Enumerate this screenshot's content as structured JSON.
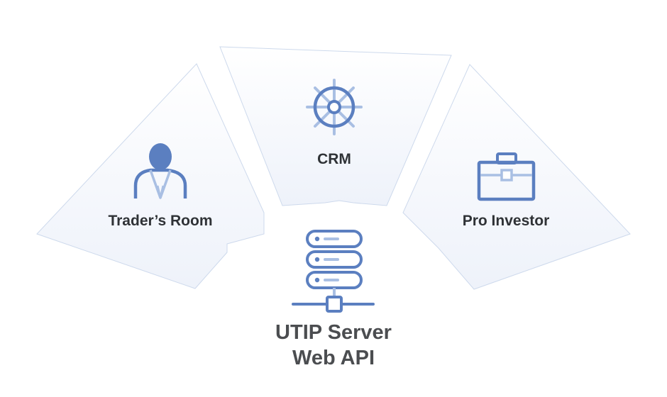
{
  "colors": {
    "icon_dark": "#5b7fc0",
    "icon_light": "#a9bfe3",
    "segment_fill": "#f3f6fc",
    "segment_stroke": "#cdd9ec",
    "label_text": "#2f3236",
    "server_text": "#4b4d50"
  },
  "segments": {
    "left": {
      "label": "Trader’s Room",
      "icon": "user-icon"
    },
    "center": {
      "label": "CRM",
      "icon": "ship-wheel-icon"
    },
    "right": {
      "label": "Pro Investor",
      "icon": "briefcase-icon"
    }
  },
  "server": {
    "icon": "server-network-icon",
    "title_line1": "UTIP Server",
    "title_line2": "Web API"
  }
}
